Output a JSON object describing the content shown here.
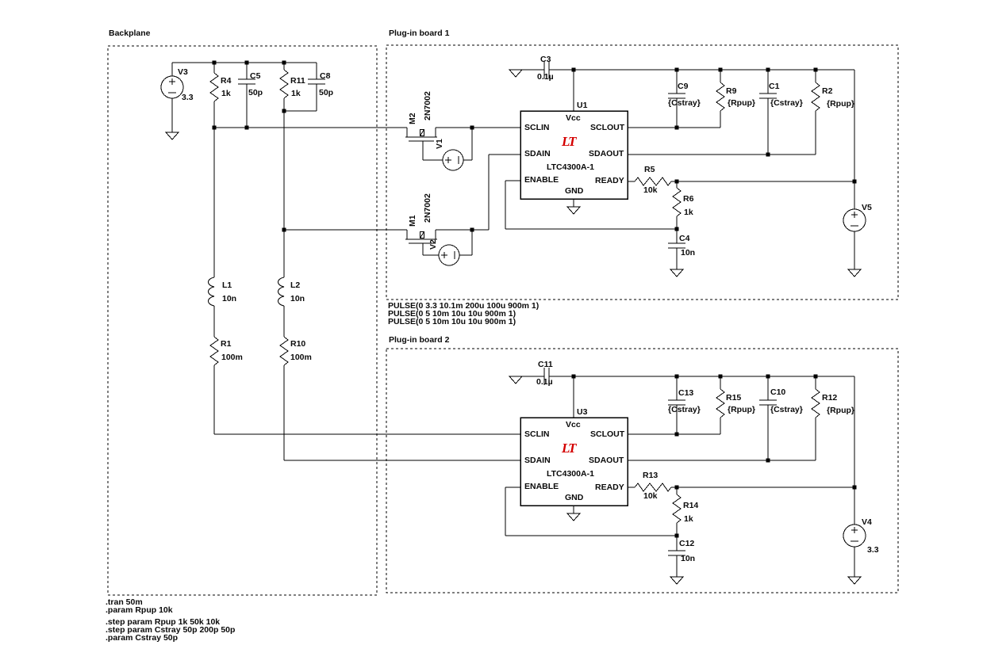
{
  "colors": {
    "wire": "#000000",
    "text": "#0a0a0a",
    "logo_red": "#d40000",
    "background": "#ffffff"
  },
  "chip": {
    "part": "LTC4300A-1",
    "logo": "LT",
    "pins": {
      "vcc": "Vcc",
      "gnd": "GND",
      "sclin": "SCLIN",
      "sdain": "SDAIN",
      "enable": "ENABLE",
      "sclout": "SCLOUT",
      "sdaout": "SDAOUT",
      "ready": "READY"
    }
  },
  "backplane": {
    "title": "Backplane",
    "v3": {
      "ref": "V3",
      "value": "3.3"
    },
    "r4": {
      "ref": "R4",
      "value": "1k"
    },
    "c5": {
      "ref": "C5",
      "value": "50p"
    },
    "r11": {
      "ref": "R11",
      "value": "1k"
    },
    "c8": {
      "ref": "C8",
      "value": "50p"
    },
    "l1": {
      "ref": "L1",
      "value": "10n"
    },
    "l2": {
      "ref": "L2",
      "value": "10n"
    },
    "r1": {
      "ref": "R1",
      "value": "100m"
    },
    "r10": {
      "ref": "R10",
      "value": "100m"
    }
  },
  "board1": {
    "title": "Plug-in board 1",
    "u1": {
      "ref": "U1"
    },
    "m2": {
      "ref": "M2",
      "part": "2N7002"
    },
    "m1": {
      "ref": "M1",
      "part": "2N7002"
    },
    "v1": {
      "ref": "V1"
    },
    "v2": {
      "ref": "V2"
    },
    "c3": {
      "ref": "C3",
      "value": "0.1µ"
    },
    "c9": {
      "ref": "C9",
      "value": "{Cstray}"
    },
    "r9": {
      "ref": "R9",
      "value": "{Rpup}"
    },
    "c1": {
      "ref": "C1",
      "value": "{Cstray}"
    },
    "r2": {
      "ref": "R2",
      "value": "{Rpup}"
    },
    "r5": {
      "ref": "R5",
      "value": "10k"
    },
    "r6": {
      "ref": "R6",
      "value": "1k"
    },
    "c4": {
      "ref": "C4",
      "value": "10n"
    },
    "v5": {
      "ref": "V5"
    }
  },
  "board2": {
    "title": "Plug-in board 2",
    "u3": {
      "ref": "U3"
    },
    "c11": {
      "ref": "C11",
      "value": "0.1µ"
    },
    "c13": {
      "ref": "C13",
      "value": "{Cstray}"
    },
    "r15": {
      "ref": "R15",
      "value": "{Rpup}"
    },
    "c10": {
      "ref": "C10",
      "value": "{Cstray}"
    },
    "r12": {
      "ref": "R12",
      "value": "{Rpup}"
    },
    "r13": {
      "ref": "R13",
      "value": "10k"
    },
    "r14": {
      "ref": "R14",
      "value": "1k"
    },
    "c12": {
      "ref": "C12",
      "value": "10n"
    },
    "v4": {
      "ref": "V4",
      "value": "3.3"
    }
  },
  "annotations": {
    "pulse_lines": [
      "PULSE(0 3.3 10.1m 200u 100u 900m 1)",
      "PULSE(0 5 10m 10u 10u 900m 1)",
      "PULSE(0 5 10m 10u 10u 900m 1)"
    ],
    "directives": [
      ".tran 50m",
      ".param Rpup 10k",
      ".step param Rpup 1k 50k 10k",
      ".step param Cstray 50p 200p 50p",
      ".param Cstray 50p"
    ]
  }
}
